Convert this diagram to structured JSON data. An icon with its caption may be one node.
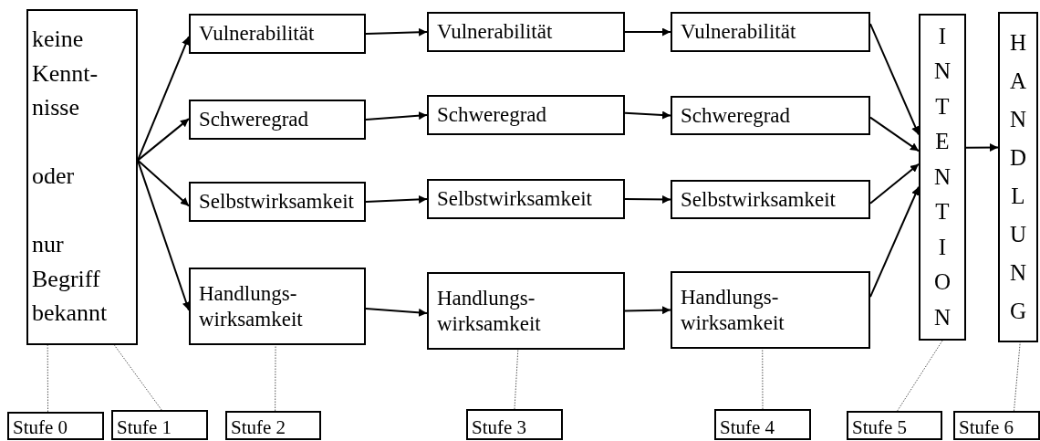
{
  "diagram": {
    "nodes": [
      {
        "text": [
          "keine Kennt- nisse",
          "oder",
          "nur Begriff bekannt"
        ]
      },
      {
        "text": [
          "Vulnerabilität"
        ]
      },
      {
        "text": [
          "Schweregrad"
        ]
      },
      {
        "text": [
          "Selbstwirksamkeit"
        ]
      },
      {
        "text": [
          "Handlungs- wirksamkeit"
        ]
      },
      {
        "text": [
          "Vulnerabilität"
        ]
      },
      {
        "text": [
          "Schweregrad"
        ]
      },
      {
        "text": [
          "Selbstwirksamkeit"
        ]
      },
      {
        "text": [
          "Handlungs- wirksamkeit"
        ]
      },
      {
        "text": [
          "Vulnerabilität"
        ]
      },
      {
        "text": [
          "Schweregrad"
        ]
      },
      {
        "text": [
          "Selbstwirksamkeit"
        ]
      },
      {
        "text": [
          "Handlungs- wirksamkeit"
        ]
      },
      {
        "text": [
          "INTENTION"
        ]
      },
      {
        "text": [
          "HANDLUNG"
        ]
      },
      {
        "text": [
          "Stufe 0"
        ]
      },
      {
        "text": [
          "Stufe 1"
        ]
      },
      {
        "text": [
          "Stufe 2"
        ]
      },
      {
        "text": [
          "Stufe 3"
        ]
      },
      {
        "text": [
          "Stufe 4"
        ]
      },
      {
        "text": [
          "Stufe 5"
        ]
      },
      {
        "text": [
          "Stufe 6"
        ]
      }
    ],
    "edges": [
      {
        "from": 0,
        "to": 1,
        "arrow": "to"
      },
      {
        "from": 0,
        "to": 2,
        "arrow": "to"
      },
      {
        "from": 0,
        "to": 3,
        "arrow": "to"
      },
      {
        "from": 0,
        "to": 4,
        "arrow": "to"
      },
      {
        "from": 1,
        "to": 5,
        "arrow": "to"
      },
      {
        "from": 2,
        "to": 6,
        "arrow": "to"
      },
      {
        "from": 3,
        "to": 7,
        "arrow": "to"
      },
      {
        "from": 4,
        "to": 8,
        "arrow": "to"
      },
      {
        "from": 5,
        "to": 9,
        "arrow": "to"
      },
      {
        "from": 6,
        "to": 10,
        "arrow": "to"
      },
      {
        "from": 7,
        "to": 11,
        "arrow": "to"
      },
      {
        "from": 8,
        "to": 12,
        "arrow": "to"
      },
      {
        "from": 9,
        "to": 13,
        "arrow": "to"
      },
      {
        "from": 10,
        "to": 13,
        "arrow": "to"
      },
      {
        "from": 11,
        "to": 13,
        "arrow": "to"
      },
      {
        "from": 12,
        "to": 13,
        "arrow": "to"
      },
      {
        "from": 13,
        "to": 14,
        "arrow": "to"
      },
      {
        "from": 15,
        "to": 0,
        "arrow": "none",
        "style": "dashed"
      },
      {
        "from": 16,
        "to": 0,
        "arrow": "none",
        "style": "dashed"
      },
      {
        "from": 17,
        "to": 4,
        "arrow": "none",
        "style": "dashed"
      },
      {
        "from": 18,
        "to": 8,
        "arrow": "none",
        "style": "dashed"
      },
      {
        "from": 19,
        "to": 12,
        "arrow": "none",
        "style": "dashed"
      },
      {
        "from": 20,
        "to": 13,
        "arrow": "none",
        "style": "dashed"
      },
      {
        "from": 21,
        "to": 14,
        "arrow": "none",
        "style": "dashed"
      }
    ]
  }
}
